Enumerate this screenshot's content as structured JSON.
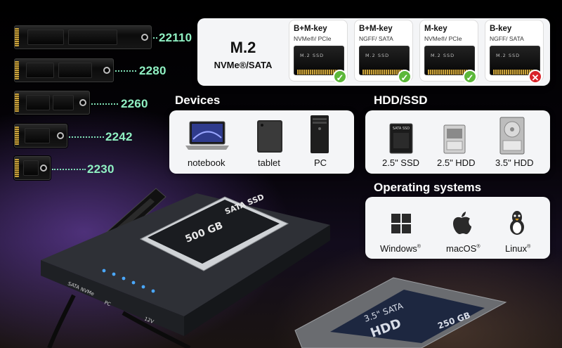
{
  "m2_lengths": [
    {
      "label": "22110"
    },
    {
      "label": "2280"
    },
    {
      "label": "2260"
    },
    {
      "label": "2242"
    },
    {
      "label": "2230"
    }
  ],
  "m2_card": {
    "title": "M.2",
    "subtitle": "NVMe®/SATA",
    "keys": [
      {
        "name": "B+M-key",
        "type": "NVMe®/ PCIe",
        "supported": true,
        "stick_text": "M.2 SSD"
      },
      {
        "name": "B+M-key",
        "type": "NGFF/ SATA",
        "supported": true,
        "stick_text": "M.2 SSD"
      },
      {
        "name": "M-key",
        "type": "NVMe®/ PCIe",
        "supported": true,
        "stick_text": "M.2 SSD"
      },
      {
        "name": "B-key",
        "type": "NGFF/ SATA",
        "supported": false,
        "stick_text": "M.2 SSD"
      }
    ]
  },
  "devices": {
    "title": "Devices",
    "items": [
      {
        "label": "notebook",
        "icon": "laptop-icon"
      },
      {
        "label": "tablet",
        "icon": "tablet-icon"
      },
      {
        "label": "PC",
        "icon": "pc-tower-icon"
      }
    ]
  },
  "drives": {
    "title": "HDD/SSD",
    "items": [
      {
        "label": "2.5\" SSD",
        "icon": "ssd-icon",
        "badge": "SATA SSD"
      },
      {
        "label": "2.5\" HDD",
        "icon": "hdd-25-icon"
      },
      {
        "label": "3.5\" HDD",
        "icon": "hdd-35-icon"
      }
    ]
  },
  "os": {
    "title": "Operating systems",
    "items": [
      {
        "label": "Windows",
        "reg": "®",
        "icon": "windows-icon"
      },
      {
        "label": "macOS",
        "reg": "®",
        "icon": "apple-icon"
      },
      {
        "label": "Linux",
        "reg": "®",
        "icon": "linux-icon"
      }
    ]
  },
  "photo": {
    "ssd_label": "SATA SSD",
    "ssd_capacity": "500 GB",
    "hdd_size": "3.5\" SATA",
    "hdd_type": "HDD",
    "hdd_capacity": "250 GB",
    "dock_ports": [
      "SATA",
      "NVMe",
      "PC",
      "12V"
    ]
  },
  "colors": {
    "accent_green": "#8ff0c2",
    "ok": "#5cb83a",
    "no": "#d8232a"
  }
}
